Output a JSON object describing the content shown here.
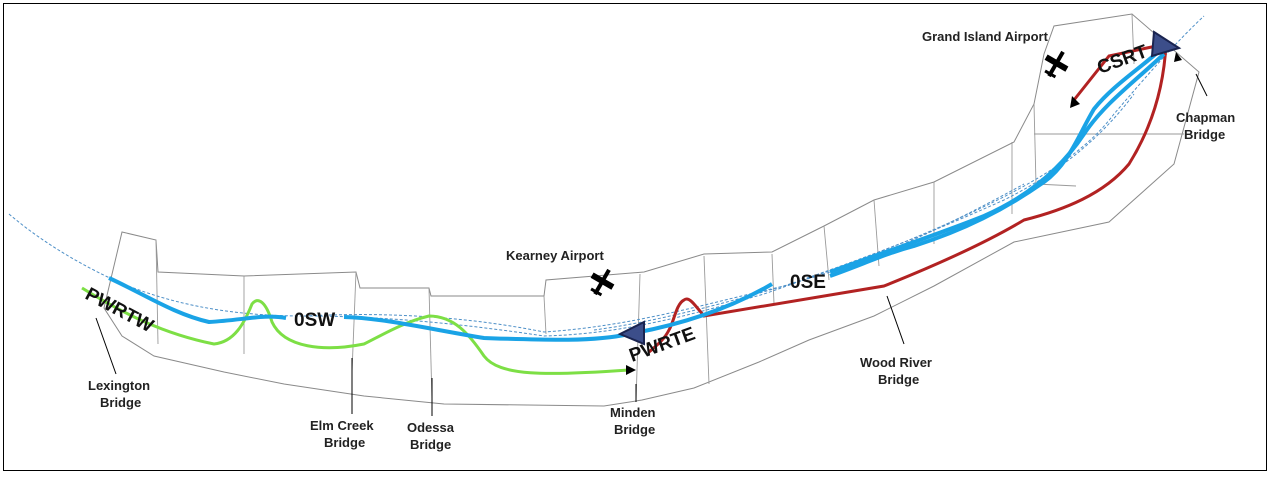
{
  "colors": {
    "blue_route": "#1aa3e6",
    "green_route": "#7ddf45",
    "red_route": "#b22222",
    "marker": "#3c4e8a",
    "boundary": "#8a8a8a"
  },
  "labels": {
    "grand_island_airport": "Grand Island Airport",
    "kearney_airport": "Kearney Airport",
    "chapman_bridge_1": "Chapman",
    "chapman_bridge_2": "Bridge",
    "wood_river_bridge_1": "Wood River",
    "wood_river_bridge_2": "Bridge",
    "minden_bridge_1": "Minden",
    "minden_bridge_2": "Bridge",
    "odessa_bridge_1": "Odessa",
    "odessa_bridge_2": "Bridge",
    "elm_creek_bridge_1": "Elm Creek",
    "elm_creek_bridge_2": "Bridge",
    "lexington_bridge_1": "Lexington",
    "lexington_bridge_2": "Bridge"
  },
  "routes": {
    "csrt": "CSRT",
    "pwrtw": "PWRTW",
    "pwrte": "PWRTE",
    "osw": "0SW",
    "ose": "0SE"
  },
  "icons": {
    "airport": "airplane-icon",
    "start": "triangle-marker-icon",
    "direction": "arrowhead-icon"
  }
}
